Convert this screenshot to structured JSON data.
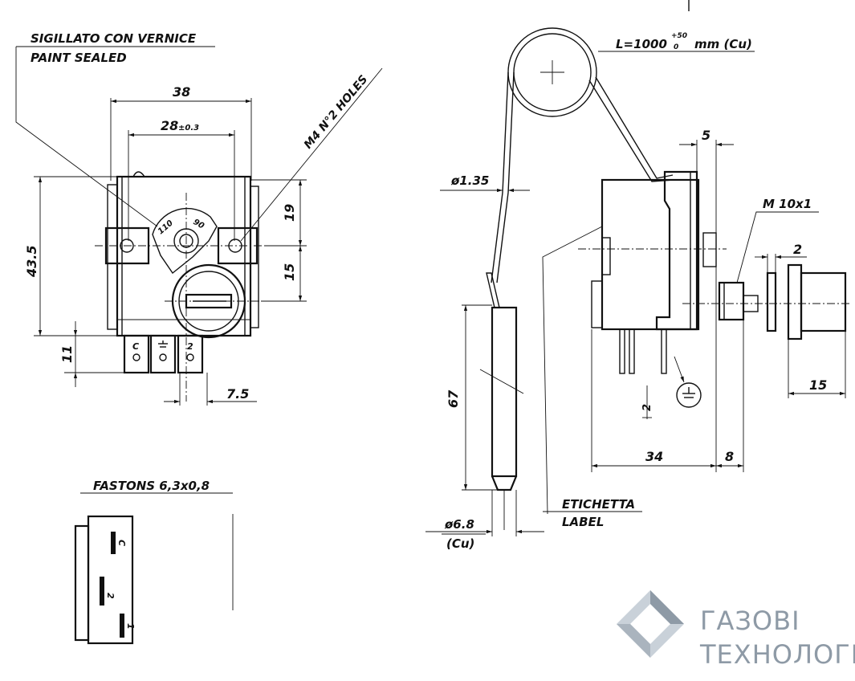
{
  "front_view": {
    "sealed_note_it": "SIGILLATO CON VERNICE",
    "sealed_note_en": "PAINT SEALED",
    "dim_width_outer": "38",
    "dim_width_holes": "28",
    "dim_width_holes_tol": "±0.3",
    "holes_note": "M4 N°2 HOLES",
    "dim_height_total": "43.5",
    "dim_upper": "19",
    "dim_lower": "15",
    "dim_faston_length": "11",
    "dim_faston_pitch": "7.5",
    "dial_min": "110",
    "dial_max": "90",
    "terminal_c": "C",
    "terminal_2": "2"
  },
  "fastons": {
    "title": "FASTONS 6,3x0,8",
    "terminal_c": "C",
    "terminal_2": "2",
    "terminal_1": "1"
  },
  "side_view": {
    "capillary_length": "L=1000",
    "capillary_tol_upper": "+50",
    "capillary_tol_lower": "0",
    "capillary_unit": "mm (Cu)",
    "dim_capillary_dia": "ø1.35",
    "dim_bulb_length": "67",
    "dim_bulb_dia": "ø6.8",
    "dim_bulb_material": "(Cu)",
    "label_it": "ETICHETTA",
    "label_en": "LABEL",
    "dim_top_offset": "5",
    "thread": "M 10x1",
    "dim_knob_gap": "2",
    "dim_knob_dia": "15",
    "dim_body_depth": "34",
    "dim_shaft_length": "8",
    "terminal_2": "2"
  },
  "logo": {
    "line1": "ГАЗОВІ",
    "line2": "ТЕХНОЛОГІЇ",
    "color": "#8e9aa6"
  }
}
